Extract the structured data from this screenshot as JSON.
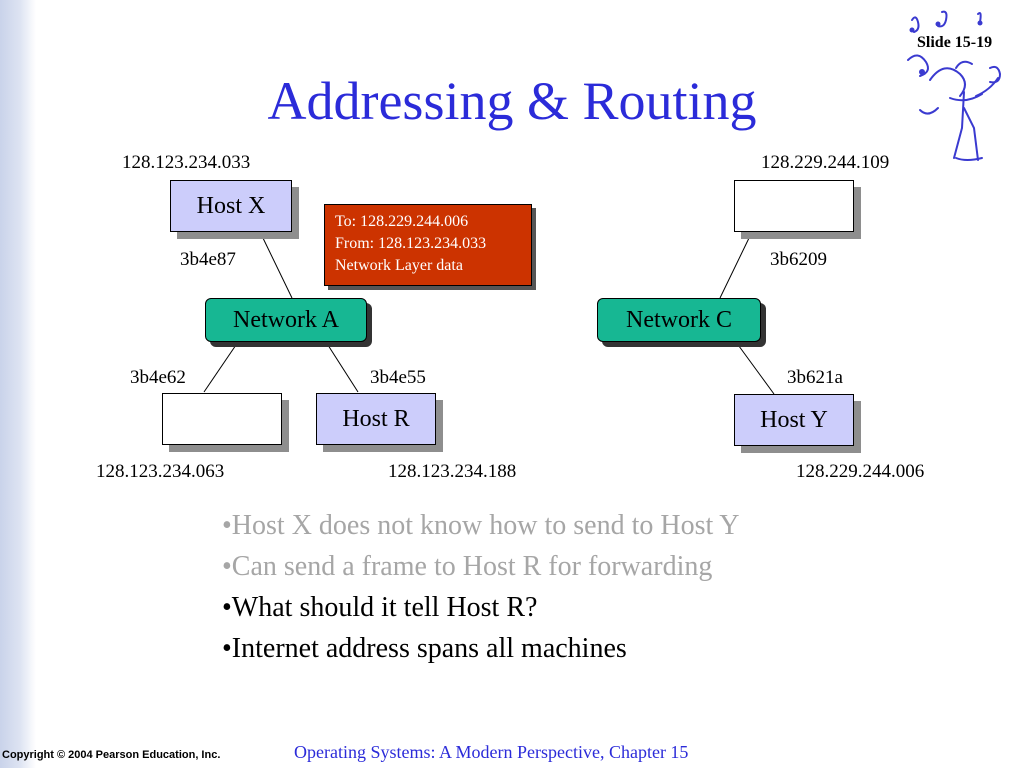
{
  "slide": {
    "title": "Addressing & Routing",
    "number": "Slide 15-19",
    "copyright": "Copyright © 2004 Pearson Education, Inc.",
    "footer": "Operating Systems: A Modern Perspective, Chapter 15"
  },
  "hosts": {
    "host_x": {
      "label": "Host X",
      "ip": "128.123.234.033",
      "mac": "3b4e87"
    },
    "top_right": {
      "label": "",
      "ip": "128.229.244.109",
      "mac": "3b6209"
    },
    "bottom_left": {
      "label": "",
      "ip": "128.123.234.063",
      "mac": "3b4e62"
    },
    "host_r": {
      "label": "Host R",
      "ip": "128.123.234.188",
      "mac": "3b4e55"
    },
    "host_y": {
      "label": "Host Y",
      "ip": "128.229.244.006",
      "mac": "3b621a"
    }
  },
  "networks": {
    "a": "Network A",
    "c": "Network C"
  },
  "packet": {
    "to": "To: 128.229.244.006",
    "from": "From: 128.123.234.033",
    "payload": "Network Layer data"
  },
  "bullets": [
    {
      "text": "•Host X does not know how to send to Host Y",
      "color": "#a6a6a6"
    },
    {
      "text": "•Can send a frame to Host R for forwarding",
      "color": "#a6a6a6"
    },
    {
      "text": "•What should it tell Host R?",
      "color": "#000000"
    },
    {
      "text": "•Internet address spans all machines",
      "color": "#000000"
    }
  ],
  "colors": {
    "title": "#2b2bd9",
    "host_fill": "#cccdfb",
    "network_fill": "#17b793",
    "packet_fill": "#cc3300"
  }
}
